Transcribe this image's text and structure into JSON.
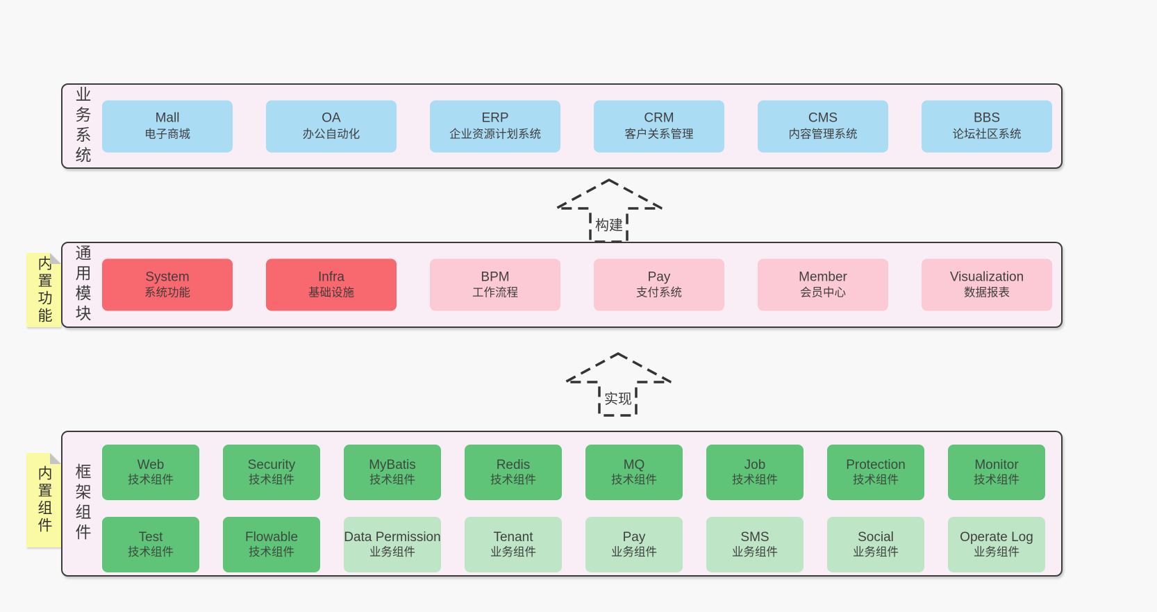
{
  "diagram": {
    "arrows": [
      {
        "label": "构建"
      },
      {
        "label": "实现"
      }
    ],
    "layers": [
      {
        "label": "业务系统",
        "boxes": [
          {
            "name": "Mall",
            "sub": "电子商城",
            "variant": "blue"
          },
          {
            "name": "OA",
            "sub": "办公自动化",
            "variant": "blue"
          },
          {
            "name": "ERP",
            "sub": "企业资源计划系统",
            "variant": "blue"
          },
          {
            "name": "CRM",
            "sub": "客户关系管理",
            "variant": "blue"
          },
          {
            "name": "CMS",
            "sub": "内容管理系统",
            "variant": "blue"
          },
          {
            "name": "BBS",
            "sub": "论坛社区系统",
            "variant": "blue"
          }
        ]
      },
      {
        "label": "通用模块",
        "tab": "内置功能",
        "boxes": [
          {
            "name": "System",
            "sub": "系统功能",
            "variant": "red"
          },
          {
            "name": "Infra",
            "sub": "基础设施",
            "variant": "red"
          },
          {
            "name": "BPM",
            "sub": "工作流程",
            "variant": "pink"
          },
          {
            "name": "Pay",
            "sub": "支付系统",
            "variant": "pink"
          },
          {
            "name": "Member",
            "sub": "会员中心",
            "variant": "pink"
          },
          {
            "name": "Visualization",
            "sub": "数据报表",
            "variant": "pink"
          }
        ]
      },
      {
        "label": "框架组件",
        "tab": "内置组件",
        "rows": [
          [
            {
              "name": "Web",
              "sub": "技术组件",
              "variant": "green"
            },
            {
              "name": "Security",
              "sub": "技术组件",
              "variant": "green"
            },
            {
              "name": "MyBatis",
              "sub": "技术组件",
              "variant": "green"
            },
            {
              "name": "Redis",
              "sub": "技术组件",
              "variant": "green"
            },
            {
              "name": "MQ",
              "sub": "技术组件",
              "variant": "green"
            },
            {
              "name": "Job",
              "sub": "技术组件",
              "variant": "green"
            },
            {
              "name": "Protection",
              "sub": "技术组件",
              "variant": "green"
            },
            {
              "name": "Monitor",
              "sub": "技术组件",
              "variant": "green"
            }
          ],
          [
            {
              "name": "Test",
              "sub": "技术组件",
              "variant": "green"
            },
            {
              "name": "Flowable",
              "sub": "技术组件",
              "variant": "green"
            },
            {
              "name": "Data Permission",
              "sub": "业务组件",
              "variant": "lightgreen"
            },
            {
              "name": "Tenant",
              "sub": "业务组件",
              "variant": "lightgreen"
            },
            {
              "name": "Pay",
              "sub": "业务组件",
              "variant": "lightgreen"
            },
            {
              "name": "SMS",
              "sub": "业务组件",
              "variant": "lightgreen"
            },
            {
              "name": "Social",
              "sub": "业务组件",
              "variant": "lightgreen"
            },
            {
              "name": "Operate Log",
              "sub": "业务组件",
              "variant": "lightgreen"
            }
          ]
        ]
      }
    ],
    "colors": {
      "page_bg": "#f8f8f8",
      "panel_bg": "#f9eef6",
      "panel_border": "#3b3b3b",
      "blue": "#aadcf4",
      "red": "#f7696f",
      "pink": "#fccad4",
      "green": "#5fc477",
      "light_green": "#bee6c6",
      "tab_yellow": "#fafaa4",
      "fold_gray": "#c4c4c4"
    }
  }
}
